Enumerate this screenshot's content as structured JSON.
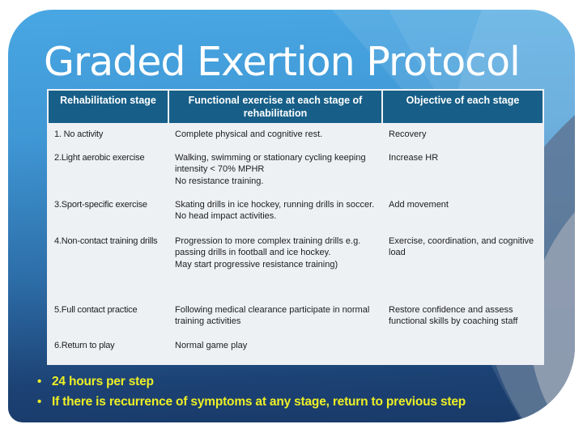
{
  "slide": {
    "title": "Graded Exertion Protocol",
    "table": {
      "headers": {
        "stage": "Rehabilitation stage",
        "exercise": "Functional exercise at each stage of rehabilitation",
        "objective": "Objective of each stage"
      },
      "rows": [
        {
          "stage": "1. No activity",
          "exercise": "Complete physical and cognitive rest.",
          "objective": "Recovery"
        },
        {
          "stage": "2.Light aerobic exercise",
          "exercise": "Walking, swimming or stationary cycling keeping intensity < 70% MPHR\nNo resistance training.",
          "objective": "Increase HR"
        },
        {
          "stage": "3.Sport-specific exercise",
          "exercise": "Skating drills in ice hockey, running drills in soccer. No head impact activities.",
          "objective": "Add movement"
        },
        {
          "stage": "4.Non-contact training drills",
          "exercise": "Progression to more complex training drills e.g. passing drills in football and ice hockey.\nMay start progressive resistance training)",
          "objective": "Exercise, coordination, and cognitive load"
        },
        {
          "stage": "5.Full contact practice",
          "exercise": "Following medical clearance participate in normal training activities",
          "objective": "Restore confidence and assess functional skills by coaching staff"
        },
        {
          "stage": "6.Return to play",
          "exercise": "Normal game play",
          "objective": ""
        }
      ]
    },
    "bullets": {
      "items": [
        "24 hours per step",
        "If there is recurrence of symptoms at any stage, return to previous step"
      ]
    },
    "colors": {
      "slide_gradient_top": "#49A7E3",
      "slide_gradient_bottom": "#183A68",
      "table_header_bg": "#175F88",
      "row_band_dark": "#D1D5DE",
      "row_band_light": "#DFE2E8",
      "title_text": "#FFFFFF",
      "bullet_text": "#EDEF25",
      "corner_swoosh_slate": "#5E7795",
      "corner_swoosh_gray": "#93A0B2"
    }
  }
}
